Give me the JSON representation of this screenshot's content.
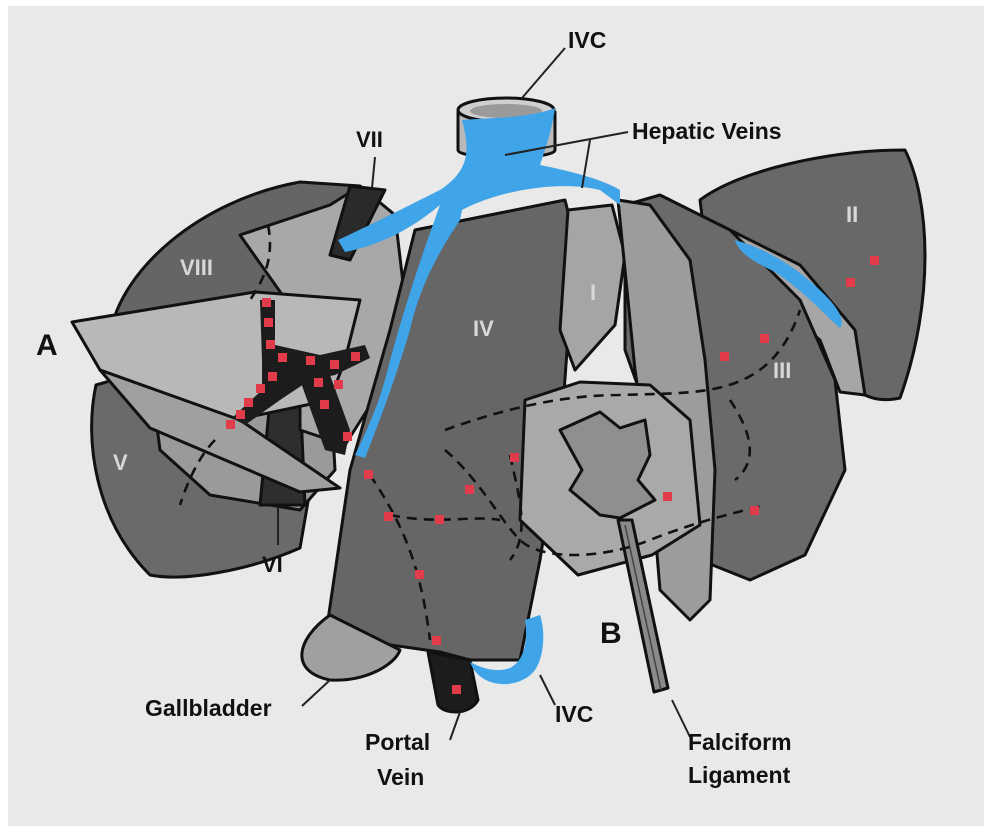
{
  "labels": {
    "ivc_top": "IVC",
    "hepatic_veins": "Hepatic Veins",
    "plane_a": "A",
    "plane_b": "B",
    "gallbladder": "Gallbladder",
    "portal_vein_1": "Portal",
    "portal_vein_2": "Vein",
    "ivc_bottom": "IVC",
    "falciform_1": "Falciform",
    "falciform_2": "Ligament"
  },
  "segments": {
    "s1": "I",
    "s2": "II",
    "s3": "III",
    "s4": "IV",
    "s5": "V",
    "s6": "VI",
    "s7": "VII",
    "s8": "VIII"
  },
  "colors": {
    "background": "#e9e9e9",
    "segment_dark": "#5f5f5f",
    "segment_mid": "#8c8c8c",
    "segment_light": "#b4b4b4",
    "hepatic_veins": "#3fa4e8",
    "portal_branch_dots": "#e23c4a",
    "portal_vein": "#1c1c1c"
  }
}
